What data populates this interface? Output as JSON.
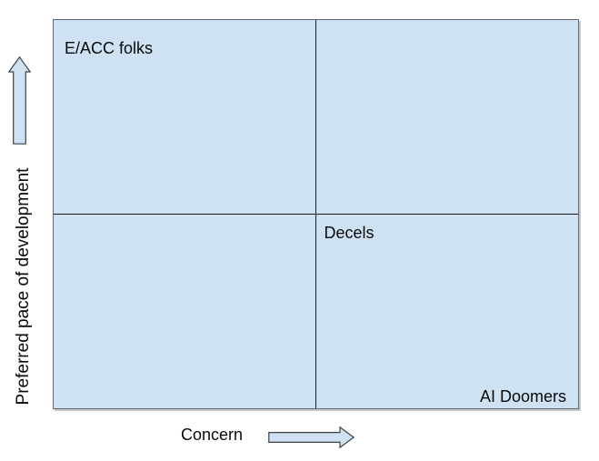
{
  "quadrants": {
    "top_left_label": "E/ACC folks",
    "center_label": "Decels",
    "bottom_right_label": "AI Doomers"
  },
  "axes": {
    "y": {
      "label": "Preferred pace of development",
      "arrow_icon": "up-arrow",
      "arrow_direction": "up"
    },
    "x": {
      "label": "Concern",
      "arrow_icon": "right-arrow",
      "arrow_direction": "right"
    }
  },
  "colors": {
    "canvas-bg": "#ffffff",
    "quadrant-fill": "#cfe2f3",
    "quadrant-border": "#5f6a75",
    "divider-line": "#1c1c1c",
    "arrow-fill": "#cfe2f3",
    "arrow-stroke": "#3c4043",
    "text": "#0a0a0a"
  }
}
